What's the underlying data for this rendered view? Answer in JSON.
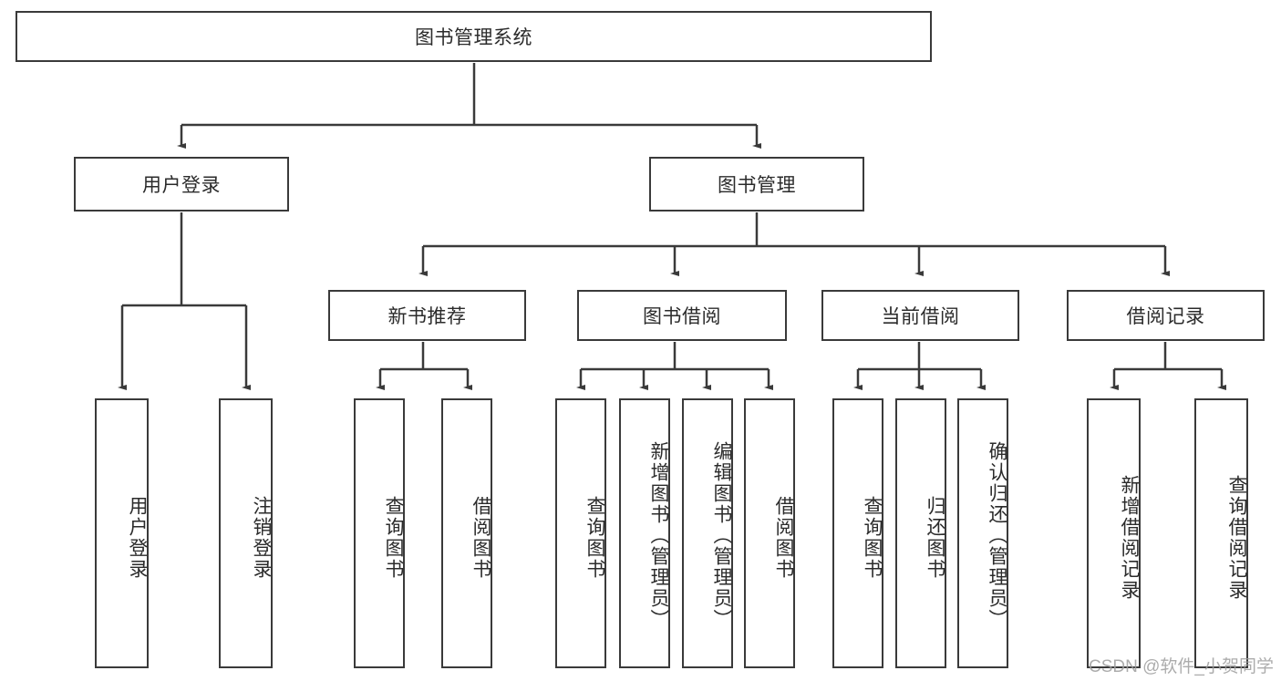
{
  "diagram": {
    "title": "图书管理系统",
    "type": "hierarchy-tree",
    "root": {
      "label": "图书管理系统"
    },
    "level2": [
      {
        "label": "用户登录"
      },
      {
        "label": "图书管理"
      }
    ],
    "level3": [
      {
        "label": "新书推荐"
      },
      {
        "label": "图书借阅"
      },
      {
        "label": "当前借阅"
      },
      {
        "label": "借阅记录"
      }
    ],
    "leaves": {
      "user_login": [
        {
          "label": "用户登录"
        },
        {
          "label": "注销登录"
        }
      ],
      "new_book_recommend": [
        {
          "label": "查询图书"
        },
        {
          "label": "借阅图书"
        }
      ],
      "book_borrow": [
        {
          "label": "查询图书"
        },
        {
          "label": "新增图书（管理员）"
        },
        {
          "label": "编辑图书（管理员）"
        },
        {
          "label": "借阅图书"
        }
      ],
      "current_borrow": [
        {
          "label": "查询图书"
        },
        {
          "label": "归还图书"
        },
        {
          "label": "确认归还（管理员）"
        }
      ],
      "borrow_record": [
        {
          "label": "新增借阅记录"
        },
        {
          "label": "查询借阅记录"
        }
      ]
    }
  },
  "watermark": {
    "text": "CSDN @软件_小贺同学"
  },
  "colors": {
    "stroke": "#3a3a3a",
    "background": "#ffffff",
    "text": "#2b2b2b",
    "watermark": "#9e9e9e"
  }
}
